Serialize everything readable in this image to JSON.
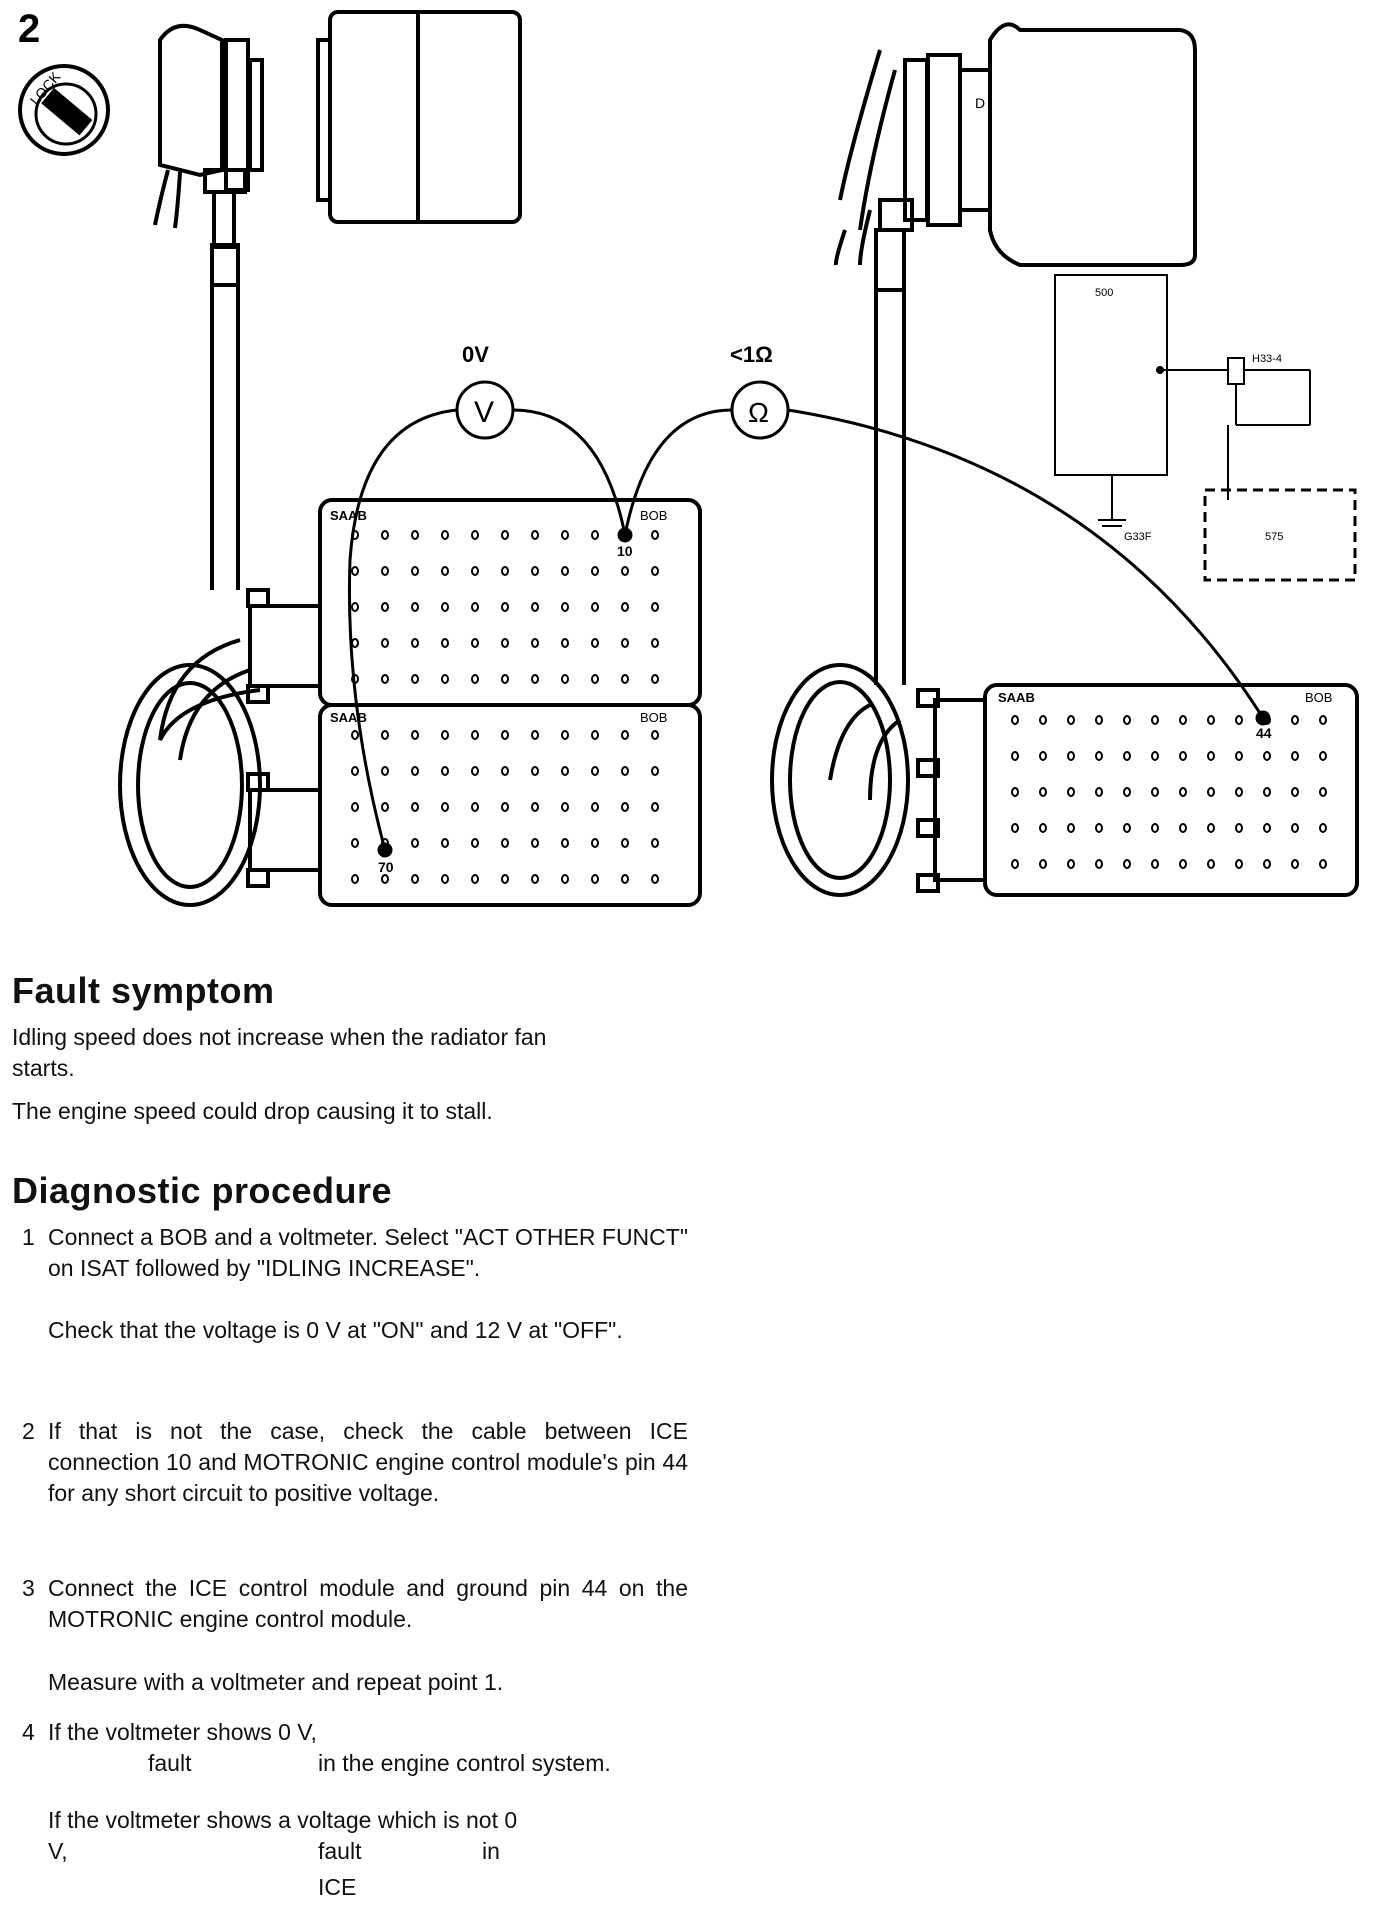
{
  "figure": {
    "number": "2",
    "lock_label": "LOCK",
    "voltmeter": {
      "reading": "0V",
      "symbol": "V"
    },
    "ohmmeter": {
      "reading": "<1Ω",
      "symbol": "Ω"
    },
    "bob_left_top": {
      "brand": "SAAB",
      "label": "BOB",
      "pin": "10"
    },
    "bob_left_bottom": {
      "brand": "SAAB",
      "label": "BOB",
      "pin": "70"
    },
    "bob_right": {
      "brand": "SAAB",
      "label": "BOB",
      "pin": "44"
    },
    "schematic": {
      "box_top": "500",
      "connector": "H33-4",
      "ground": "G33F",
      "box_bottom": "575"
    }
  },
  "fault_symptom": {
    "heading": "Fault symptom",
    "line1": "Idling speed does not increase when the radiator fan",
    "line2": "starts.",
    "line3": "The engine speed could drop causing it to stall."
  },
  "diagnostic": {
    "heading": "Diagnostic procedure",
    "steps": [
      {
        "num": "1",
        "text": "Connect a BOB and a voltmeter. Select \"ACT OTHER FUNCT\" on ISAT followed by \"IDLING INCREASE\".",
        "extra": "Check that the voltage is 0 V at \"ON\" and 12 V at \"OFF\"."
      },
      {
        "num": "2",
        "text": "If that is not the case, check the cable between ICE connection 10 and MOTRONIC engine control module's pin 44 for any short circuit to positive voltage."
      },
      {
        "num": "3",
        "text": "Connect the ICE control module and ground pin 44 on the MOTRONIC engine control module.",
        "extra": "Measure with a voltmeter and repeat point 1."
      },
      {
        "num": "4",
        "text": "If the voltmeter shows 0 V,",
        "word_fault": "fault",
        "word_in_engine": "in the engine control system.",
        "extra_line1": "If the voltmeter shows a voltage which is not 0",
        "extra_v": "V,",
        "extra_fault": "fault",
        "extra_in": "in",
        "extra_ice": "ICE"
      }
    ]
  }
}
